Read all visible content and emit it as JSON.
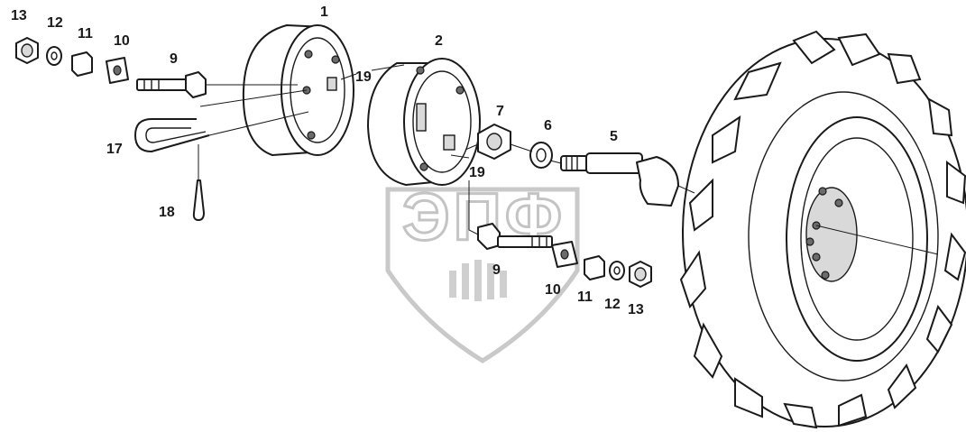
{
  "diagram": {
    "watermark": {
      "text": "ЭПФ"
    },
    "callouts": [
      {
        "id": "label-1",
        "text": "1"
      },
      {
        "id": "label-2",
        "text": "2"
      },
      {
        "id": "label-5",
        "text": "5"
      },
      {
        "id": "label-6",
        "text": "6"
      },
      {
        "id": "label-7",
        "text": "7"
      },
      {
        "id": "label-9-top",
        "text": "9"
      },
      {
        "id": "label-9-bot",
        "text": "9"
      },
      {
        "id": "label-10-top",
        "text": "10"
      },
      {
        "id": "label-10-bot",
        "text": "10"
      },
      {
        "id": "label-11-top",
        "text": "11"
      },
      {
        "id": "label-11-bot",
        "text": "11"
      },
      {
        "id": "label-12-top",
        "text": "12"
      },
      {
        "id": "label-12-bot",
        "text": "12"
      },
      {
        "id": "label-13-top",
        "text": "13"
      },
      {
        "id": "label-13-bot",
        "text": "13"
      },
      {
        "id": "label-17",
        "text": "17"
      },
      {
        "id": "label-18",
        "text": "18"
      },
      {
        "id": "label-19-top",
        "text": "19"
      },
      {
        "id": "label-19-bot",
        "text": "19"
      }
    ]
  }
}
